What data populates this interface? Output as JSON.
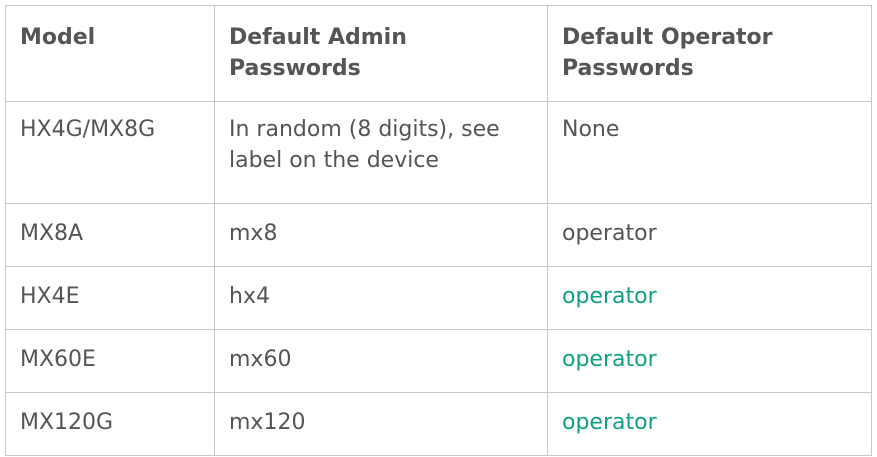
{
  "colors": {
    "text": "#555555",
    "border": "#c8c8c8",
    "accent_green": "#10a085"
  },
  "table": {
    "headers": [
      "Model",
      "Default Admin Passwords",
      "Default Operator Passwords"
    ],
    "rows": [
      {
        "model": "HX4G/MX8G",
        "admin": "In random (8 digits), see label on the device",
        "operator": "None",
        "operator_highlight": false
      },
      {
        "model": "MX8A",
        "admin": "mx8",
        "operator": "operator",
        "operator_highlight": false
      },
      {
        "model": "HX4E",
        "admin": "hx4",
        "operator": "operator",
        "operator_highlight": true
      },
      {
        "model": "MX60E",
        "admin": "mx60",
        "operator": "operator",
        "operator_highlight": true
      },
      {
        "model": "MX120G",
        "admin": "mx120",
        "operator": "operator",
        "operator_highlight": true
      }
    ]
  }
}
